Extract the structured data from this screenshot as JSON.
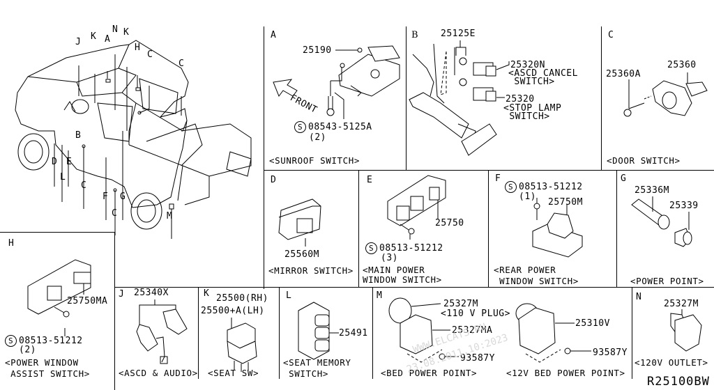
{
  "diagram": {
    "code": "R25100BW",
    "watermark": [
      "WWW.ELCATS.RU",
      "23.08.2011.10:2023"
    ],
    "overview": {
      "callouts": [
        "J",
        "K",
        "A",
        "N",
        "K",
        "H",
        "C",
        "C",
        "D",
        "E",
        "L",
        "B",
        "C",
        "F",
        "G",
        "C",
        "M"
      ]
    },
    "panels": {
      "A": {
        "letter": "A",
        "parts": [
          "25190"
        ],
        "bolt_symbol": "S",
        "bolt_part": "08543-5125A",
        "bolt_qty": "(2)",
        "front_label": "FRONT",
        "caption": "<SUNROOF SWITCH>"
      },
      "B": {
        "letter": "B",
        "parts": [
          "25125E",
          "25320N",
          "25320"
        ],
        "part_notes": [
          "<ASCD CANCEL",
          " SWITCH>",
          "<STOP LAMP",
          " SWITCH>"
        ]
      },
      "C": {
        "letter": "C",
        "parts": [
          "25360A",
          "25360"
        ],
        "caption": "<DOOR SWITCH>"
      },
      "D": {
        "letter": "D",
        "parts": [
          "25560M"
        ],
        "caption": "<MIRROR SWITCH>"
      },
      "E": {
        "letter": "E",
        "parts": [
          "25750"
        ],
        "bolt_symbol": "S",
        "bolt_part": "08513-51212",
        "bolt_qty": "(3)",
        "caption": [
          "<MAIN POWER",
          "WINDOW SWITCH>"
        ]
      },
      "F": {
        "letter": "F",
        "parts": [
          "25750M"
        ],
        "bolt_symbol": "S",
        "bolt_part": "08513-51212",
        "bolt_qty": "(1)",
        "caption": [
          "<REAR POWER",
          " WINDOW SWITCH>"
        ]
      },
      "G": {
        "letter": "G",
        "parts": [
          "25336M",
          "25339"
        ],
        "caption": "<POWER POINT>"
      },
      "H": {
        "letter": "H",
        "parts": [
          "25750MA"
        ],
        "bolt_symbol": "S",
        "bolt_part": "08513-51212",
        "bolt_qty": "(2)",
        "caption": [
          "<POWER WINDOW",
          " ASSIST SWITCH>"
        ]
      },
      "J": {
        "letter": "J",
        "parts": [
          "25340X"
        ],
        "caption": "<ASCD & AUDIO>"
      },
      "K": {
        "letter": "K",
        "parts": [
          "25500(RH)",
          "25500+A(LH)"
        ],
        "caption": "<SEAT SW>"
      },
      "L": {
        "letter": "L",
        "parts": [
          "25491"
        ],
        "caption": [
          "<SEAT MEMORY",
          " SWITCH>"
        ]
      },
      "M": {
        "letter": "M",
        "parts": [
          "25327M",
          "25327MA",
          "93587Y",
          "25310V",
          "93587Y"
        ],
        "part_notes": [
          "<110 V PLUG>"
        ],
        "captions": [
          "<BED POWER POINT>",
          "<12V BED POWER POINT>"
        ]
      },
      "N": {
        "letter": "N",
        "parts": [
          "25327M"
        ],
        "caption": "<120V OUTLET>"
      }
    }
  }
}
